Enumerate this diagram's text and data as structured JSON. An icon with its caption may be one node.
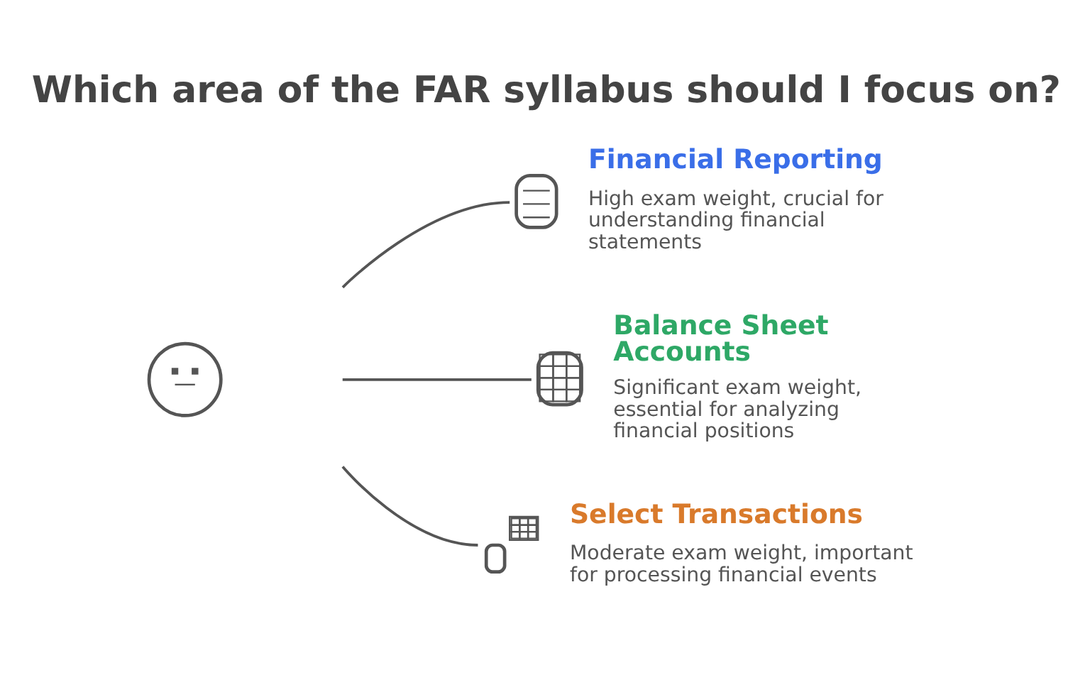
{
  "diagram": {
    "title": "Which area of the FAR syllabus should I focus on?",
    "nodes": [
      {
        "text": [],
        "shape": "picture"
      },
      {
        "text": [],
        "shape": "picture",
        "beside": [
          "Financial Reporting",
          "High exam weight, crucial for understanding financial statements"
        ]
      },
      {
        "text": [],
        "shape": "picture",
        "beside": [
          "Balance Sheet Accounts",
          "Significant exam weight, essential for analyzing financial positions"
        ]
      },
      {
        "text": [],
        "shape": "picture",
        "beside": [
          "Select Transactions",
          "Moderate exam weight, important for processing financial events"
        ]
      }
    ],
    "edges": [
      {
        "from": null,
        "to": 1,
        "arrow": "none"
      },
      {
        "from": null,
        "to": 2,
        "arrow": "none"
      },
      {
        "from": null,
        "to": 3,
        "arrow": "none"
      }
    ]
  }
}
